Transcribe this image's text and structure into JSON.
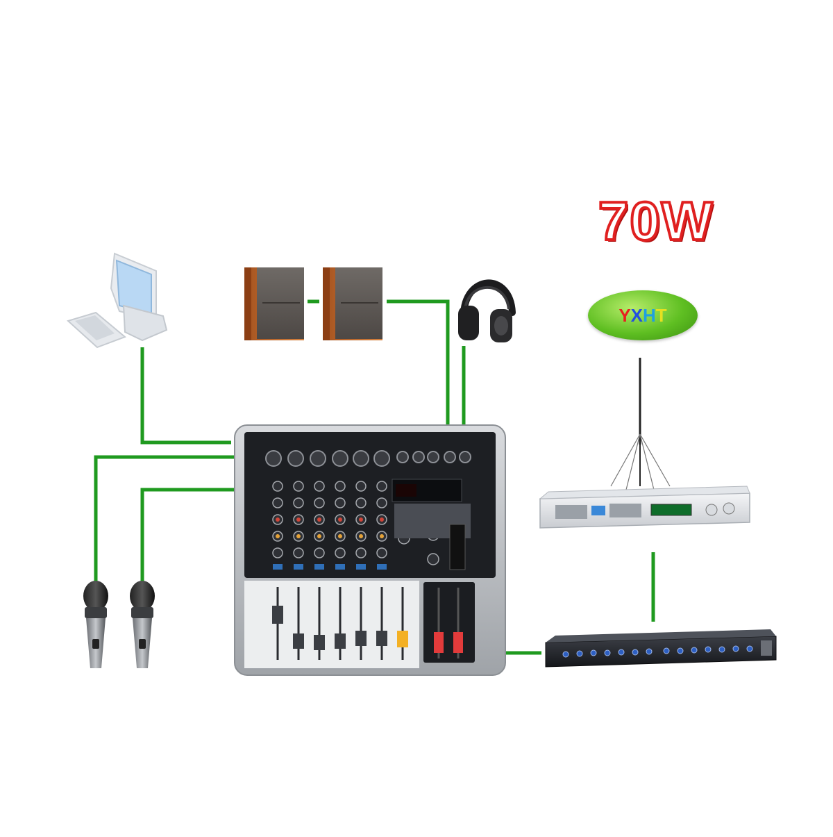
{
  "power_label": "70W",
  "brand_letters": [
    {
      "char": "Y",
      "color": "#e82020"
    },
    {
      "char": "X",
      "color": "#2450e0"
    },
    {
      "char": "H",
      "color": "#20a0e0"
    },
    {
      "char": "T",
      "color": "#e6e020"
    }
  ],
  "colors": {
    "cable": "#1f9a1f",
    "power_red": "#e02020",
    "badge_green": "#5fbf22"
  },
  "devices": [
    "computer-icon",
    "bookshelf-speaker-left",
    "bookshelf-speaker-right",
    "headphones-icon",
    "microphone-left",
    "microphone-right",
    "audio-mixer",
    "antenna-icon",
    "fm-transmitter-rack",
    "audio-processor-rack"
  ]
}
